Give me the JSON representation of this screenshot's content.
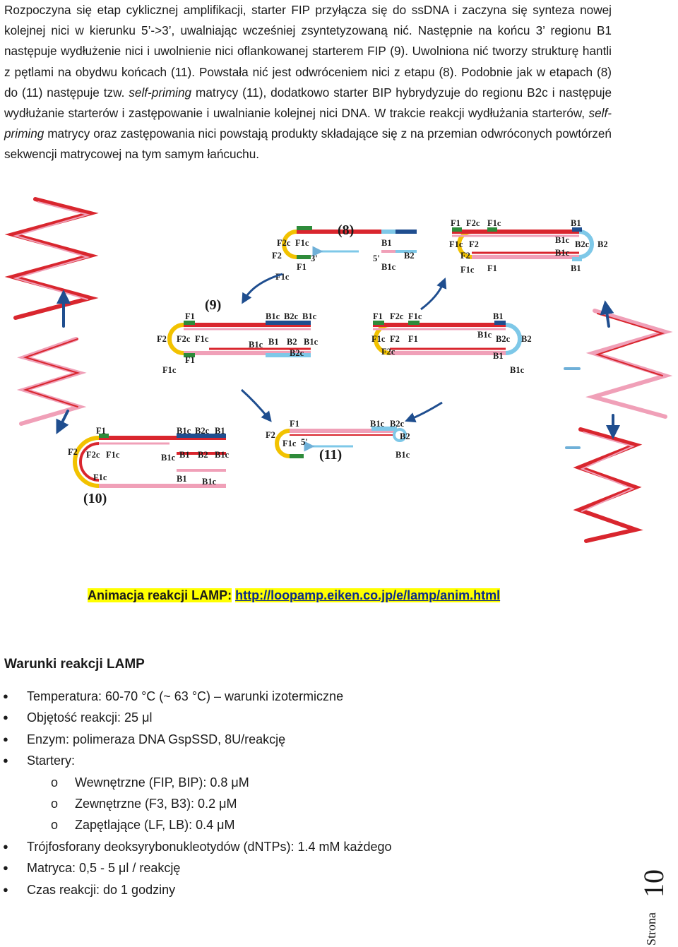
{
  "paragraph": {
    "t1": "Rozpoczyna się etap cyklicznej amplifikacji, starter FIP przyłącza się do ssDNA i zaczyna się synteza nowej kolejnej nici w kierunku 5’->3’, uwalniając wcześniej zsyntetyzowaną nić. Następnie na końcu 3’ regionu B1 następuje wydłużenie nici i uwolnienie nici oflankowanej starterem FIP (9). Uwolniona nić tworzy strukturę hantli z pętlami na obydwu końcach (11). Powstała nić jest odwróceniem nici z etapu (8). Podobnie jak w etapach (8) do (11) następuje tzw. ",
    "t2": "self-priming",
    "t3": " matrycy (11), dodatkowo starter BIP hybrydyzuje do regionu B2c i następuje wydłużanie starterów i zastępowanie i uwalnianie kolejnej nici DNA. W trakcie reakcji wydłużania starterów, ",
    "t4": "self-priming",
    "t5": " matrycy oraz zastępowania nici powstają produkty składające się z na przemian odwróconych powtórzeń sekwencji matrycowej na tym samym łańcuchu."
  },
  "diagram": {
    "step_labels": [
      "(8)",
      "(9)",
      "(10)",
      "(11)"
    ],
    "top_center": {
      "f2c": "F2c",
      "f1c": "F1c",
      "f2": "F2",
      "f1": "F1",
      "f1c_b": "F1c",
      "three": "3'",
      "b1": "B1",
      "b2": "B2",
      "five": "5'",
      "b1c": "B1c"
    },
    "top_right": {
      "f1": "F1",
      "f2c": "F2c",
      "f1c": "F1c",
      "b1": "B1",
      "f1c2": "F1c",
      "f2": "F2",
      "b1c": "B1c",
      "b2c": "B2c",
      "b2": "B2",
      "f2b": "F2",
      "b1c2": "B1c",
      "f1cb": "F1c",
      "f1b": "F1",
      "b1b": "B1"
    },
    "mid_left": {
      "f1": "F1",
      "b1c": "B1c",
      "b2c": "B2c",
      "b1c2": "B1c",
      "f2": "F2",
      "f2c": "F2c",
      "f1c": "F1c",
      "b1c3": "B1c",
      "b1": "B1",
      "b2": "B2",
      "b1c4": "B1c",
      "f1b": "F1",
      "b2cb": "B2c",
      "f1cb": "F1c"
    },
    "mid_right": {
      "f1": "F1",
      "f2c": "F2c",
      "f1c": "F1c",
      "b1": "B1",
      "f1c2": "F1c",
      "f2": "F2",
      "f1b": "F1",
      "b1c": "B1c",
      "b2c": "B2c",
      "b2": "B2",
      "f2c2": "F2c",
      "b1b": "B1",
      "b1c2": "B1c"
    },
    "bottom_left": {
      "f1": "F1",
      "b1c": "B1c",
      "b2c": "B2c",
      "b1": "B1",
      "f2": "F2",
      "f2c": "F2c",
      "f1c": "F1c",
      "b1c2": "B1c",
      "b1b": "B1",
      "b2": "B2",
      "b1c3": "B1c",
      "f1cb": "F1c",
      "b1c4": "B1",
      "b1c5": "B1c"
    },
    "bottom_right": {
      "f1": "F1",
      "b1c": "B1c",
      "b2c": "B2c",
      "f2": "F2",
      "f1c": "F1c",
      "five": "5'",
      "b2": "B2",
      "b1c2": "B1c"
    }
  },
  "animation": {
    "label": "Animacja reakcji LAMP:",
    "link": "http://loopamp.eiken.co.jp/e/lamp/anim.html"
  },
  "section_title": "Warunki reakcji LAMP",
  "conditions": [
    {
      "level": 1,
      "text": "Temperatura: 60-70 °C (~ 63 °C) – warunki izotermiczne"
    },
    {
      "level": 1,
      "text": "Objętość reakcji: 25 μl"
    },
    {
      "level": 1,
      "text": "Enzym: polimeraza DNA GspSSD, 8U/reakcję"
    },
    {
      "level": 1,
      "text": "Startery:"
    },
    {
      "level": 2,
      "marker": "o",
      "text": "Wewnętrzne (FIP, BIP): 0.8 μM"
    },
    {
      "level": 2,
      "marker": "o",
      "text": "Zewnętrzne (F3, B3): 0.2 μM"
    },
    {
      "level": 2,
      "marker": "o",
      "text": "Zapętlające (LF, LB): 0.4 μM"
    },
    {
      "level": 1,
      "text": "Trójfosforany deoksyrybonukleotydów (dNTPs): 1.4 mM każdego"
    },
    {
      "level": 1,
      "text": "Matryca: 0,5 - 5 μl / reakcję"
    },
    {
      "level": 1,
      "text": "Czas reakcji: do 1 godziny"
    }
  ],
  "footer": {
    "word": "Strona",
    "page": "10"
  },
  "colors": {
    "red": "#d9262e",
    "pink": "#f0a0b8",
    "blue": "#1f4e8f",
    "green": "#2e8b3a",
    "yellow": "#f2c200",
    "lightblue": "#7ec8e8",
    "highlight": "#ffff00"
  }
}
